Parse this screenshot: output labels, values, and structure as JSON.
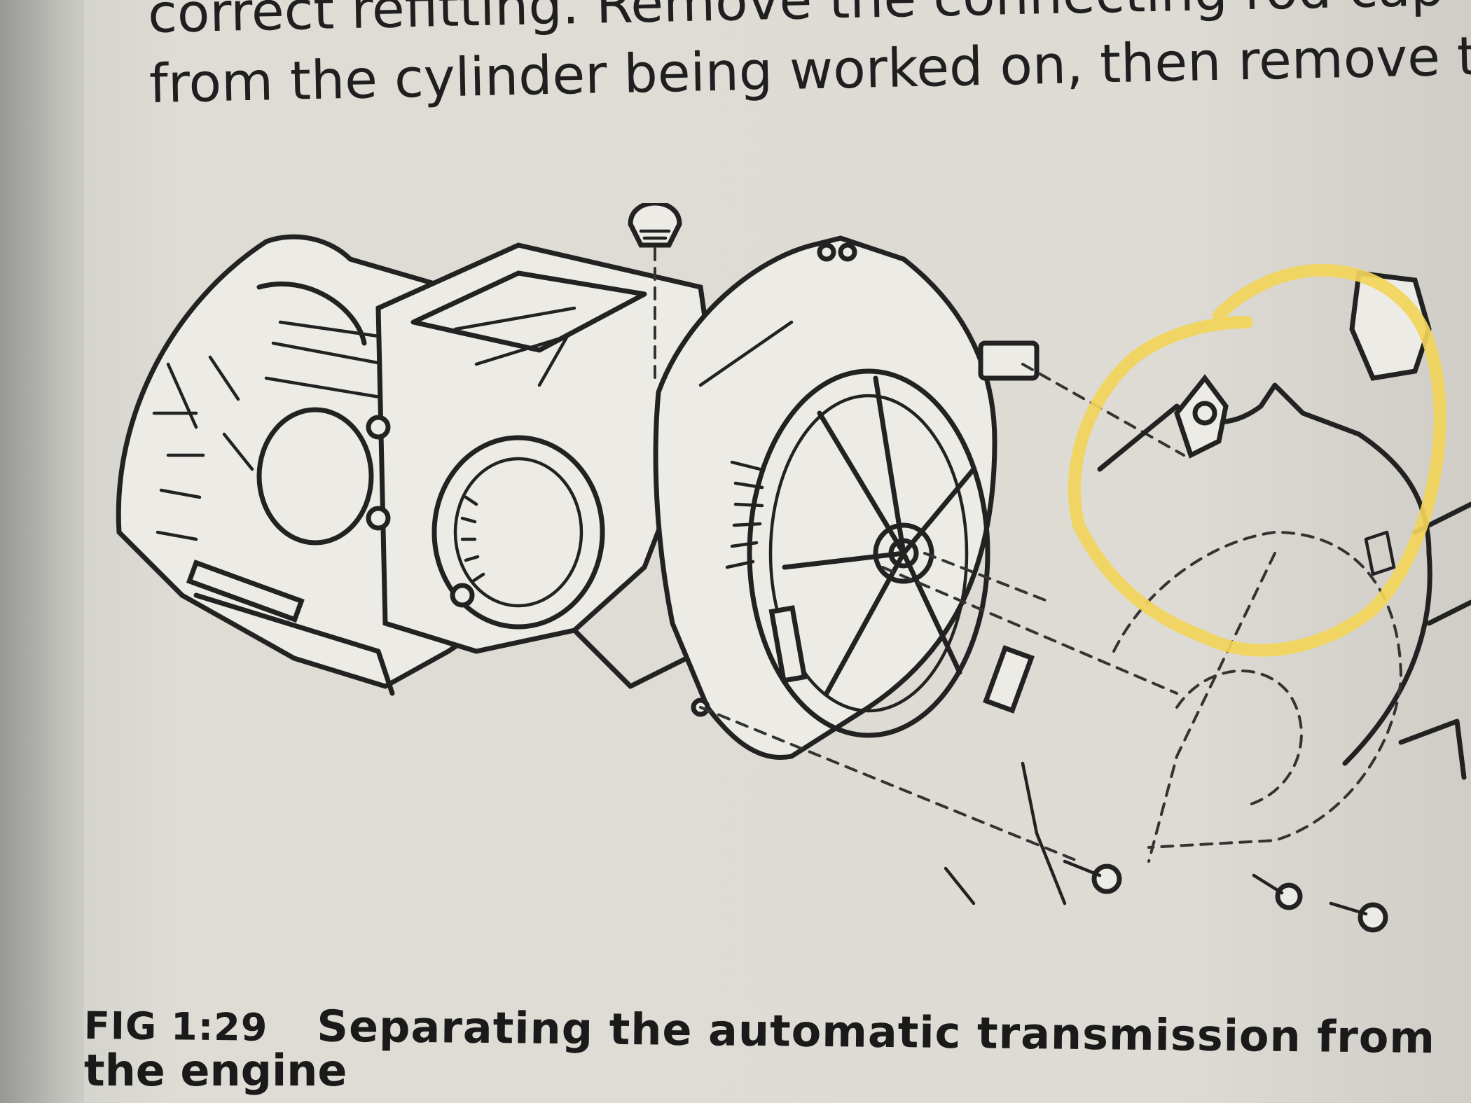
{
  "body_text": {
    "lines": [
      "correct refitting. Remove the connecting rod cap",
      "from the cylinder being worked on, then remove the"
    ]
  },
  "figure": {
    "caption": {
      "label": "FIG 1:29",
      "text_line1": "Separating the automatic transmission from",
      "text_line2": "the engine"
    },
    "highlight_color": "#f2d55a"
  }
}
